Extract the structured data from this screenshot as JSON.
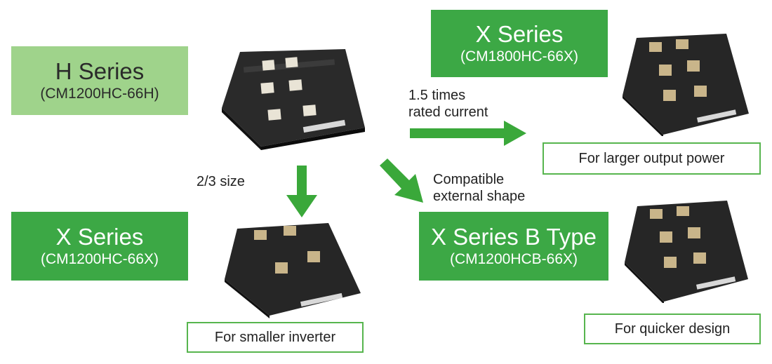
{
  "h_series": {
    "title": "H Series",
    "model": "(CM1200HC-66H)"
  },
  "x_series_large": {
    "title": "X Series",
    "model": "(CM1800HC-66X)"
  },
  "x_series_small": {
    "title": "X Series",
    "model": "(CM1200HC-66X)"
  },
  "x_series_b": {
    "title": "X Series B Type",
    "model": "(CM1200HCB-66X)"
  },
  "labels": {
    "larger_output": "For larger output power",
    "smaller_inverter": "For smaller inverter",
    "quicker_design": "For quicker design"
  },
  "notes": {
    "current_line1": "1.5 times",
    "current_line2": "rated current",
    "size": "2/3 size",
    "shape_line1": "Compatible",
    "shape_line2": "external shape"
  },
  "colors": {
    "accent": "#3ca845",
    "light_green": "#9fd38b",
    "arrow": "#3aa83a",
    "module_body": "#1e1e1e",
    "terminal": "#c9b58a"
  }
}
